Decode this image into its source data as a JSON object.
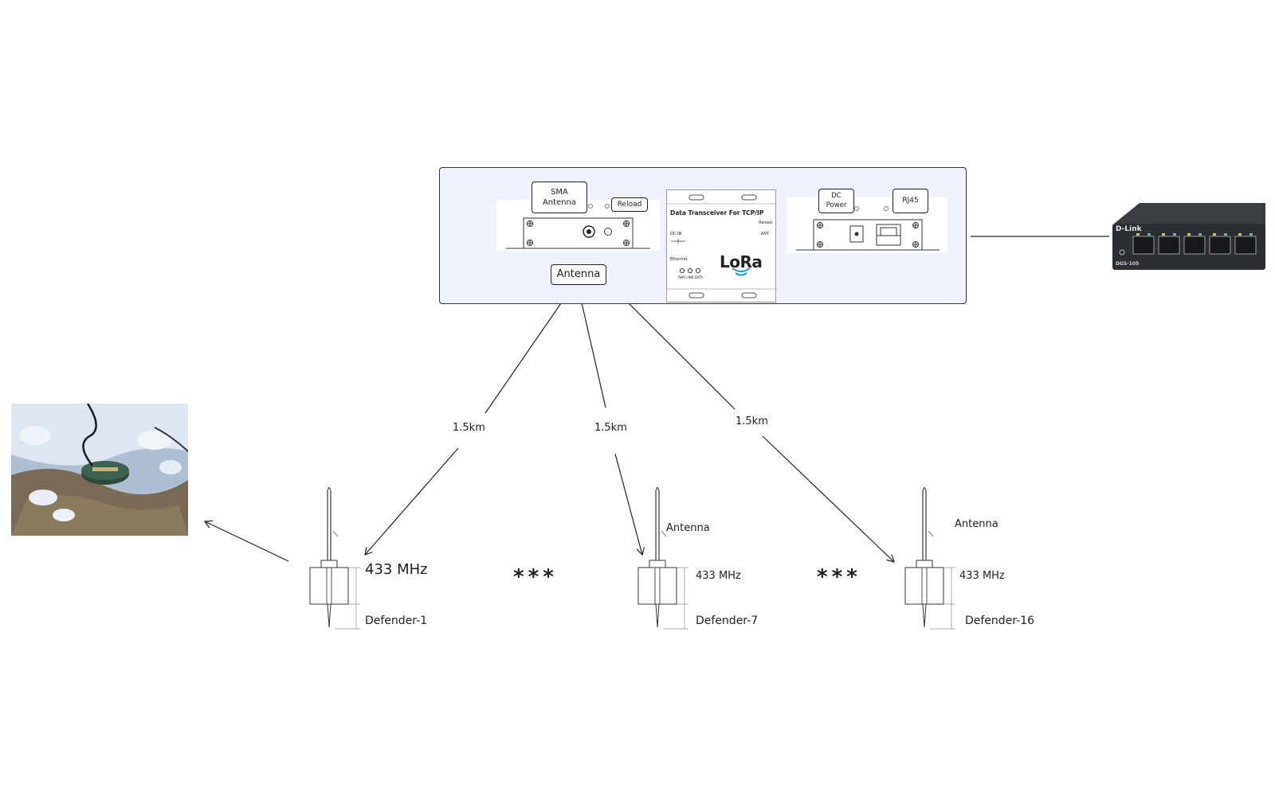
{
  "gateway": {
    "left_panel": {
      "sma_antenna_label": "SMA\nAntenna",
      "reload_label": "Reload",
      "antenna_label": "Antenna"
    },
    "front_panel": {
      "title": "Data Transceiver For TCP/IP",
      "reload_label": "Reload",
      "dcin_label": "DC-IN",
      "ant_label": "ANT",
      "ethernet_label": "Ethernet",
      "led_labels": "PWR LINK DATA",
      "logo_text": "LoRa"
    },
    "right_panel": {
      "dc_power_label": "DC\nPower",
      "rj45_label": "RJ45"
    }
  },
  "switch": {
    "brand": "D-Link",
    "model": "DGS-105"
  },
  "links": {
    "distance_1": "1.5km",
    "distance_2": "1.5km",
    "distance_3": "1.5km"
  },
  "devices": [
    {
      "freq": "433 MHz",
      "name": "Defender-1",
      "antenna": ""
    },
    {
      "freq": "433 MHz",
      "name": "Defender-7",
      "antenna": "Antenna"
    },
    {
      "freq": "433 MHz",
      "name": "Defender-16",
      "antenna": "Antenna"
    }
  ],
  "separators": [
    "* * *",
    "* * *"
  ],
  "colors": {
    "gateway_bg": "#eef2fc",
    "switch_body": "#2b2e33",
    "lora_blue": "#1a9ad6"
  }
}
